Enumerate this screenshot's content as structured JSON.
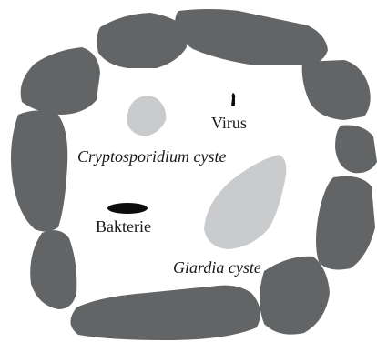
{
  "diagram": {
    "labels": {
      "virus": "Virus",
      "cryptosporidium": "Cryptosporidium cyste",
      "bakterie": "Bakterie",
      "giardia": "Giardia cyste"
    },
    "colors": {
      "grain": "#636466",
      "cyst": "#cacbcd",
      "organism": "#0d0d0d",
      "background": "#ffffff",
      "text": "#1a1a1a"
    }
  }
}
